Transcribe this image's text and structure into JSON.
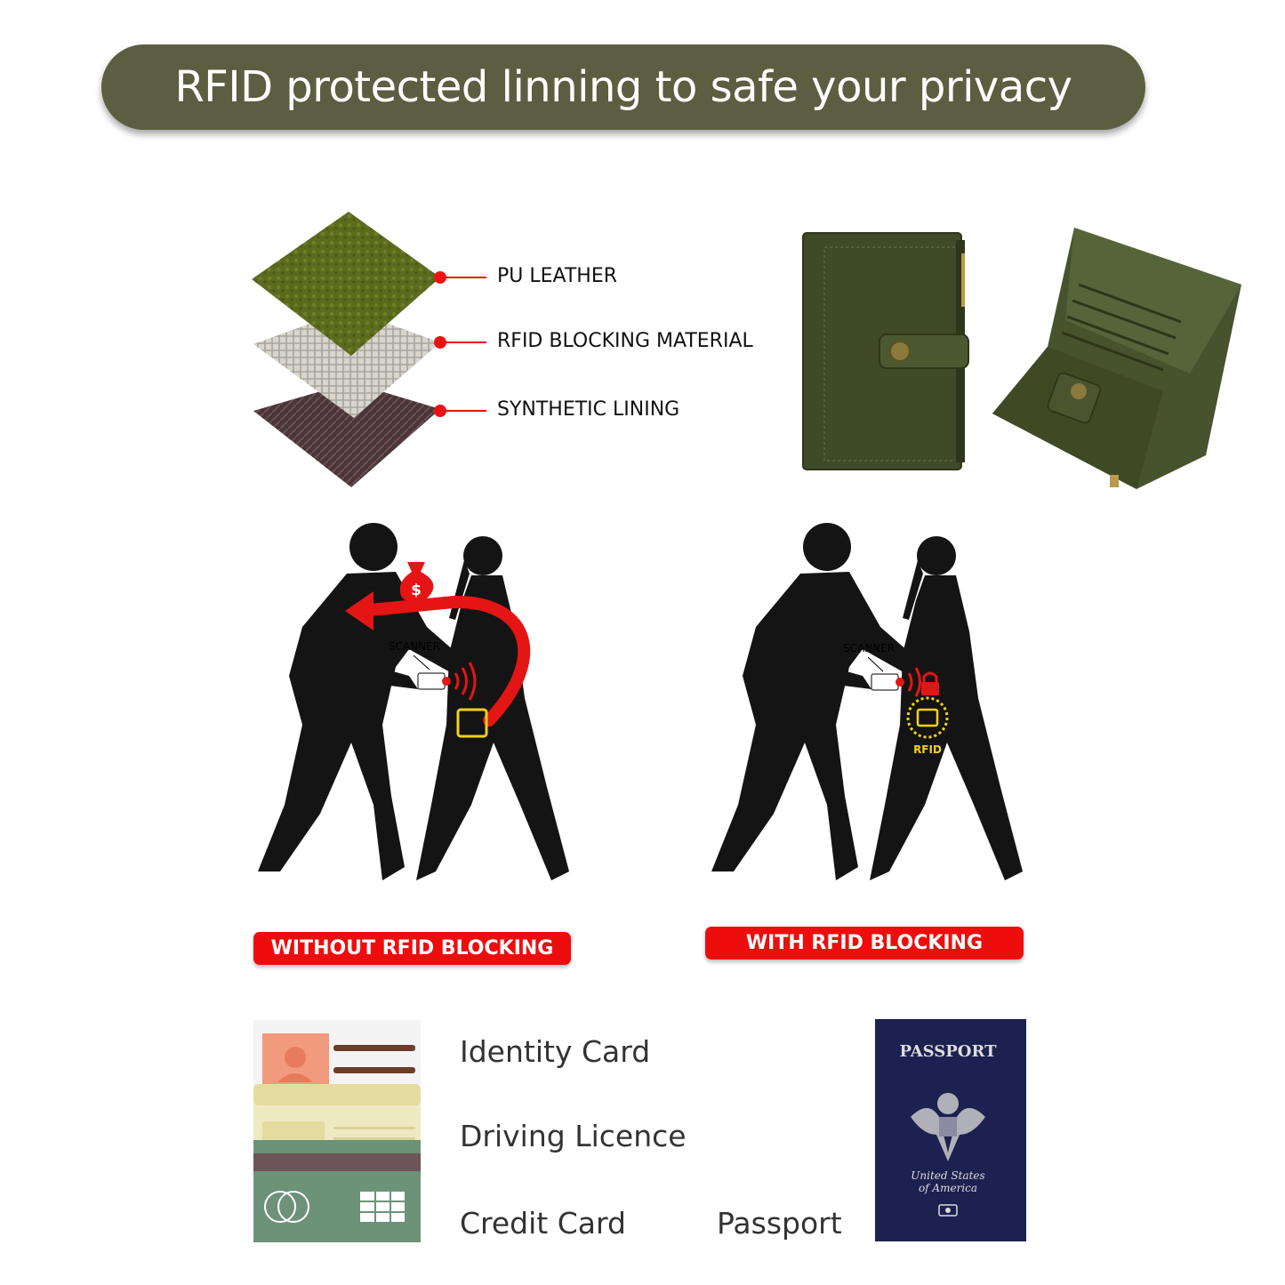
{
  "banner": {
    "title": "RFID protected linning to safe your privacy"
  },
  "layers": {
    "items": [
      {
        "label": "PU LEATHER"
      },
      {
        "label": "RFID BLOCKING MATERIAL"
      },
      {
        "label": "SYNTHETIC LINING"
      }
    ]
  },
  "scenes": {
    "without": {
      "scanner_label": "SCANNER",
      "caption": "WITHOUT RFID BLOCKING",
      "money_symbol": "$"
    },
    "with": {
      "scanner_label": "SCANNER",
      "caption": "WITH RFID BLOCKING",
      "badge": "RFID"
    }
  },
  "documents": {
    "identity": "Identity Card",
    "driving": "Driving Licence",
    "credit": "Credit Card",
    "passport": "Passport"
  },
  "passport_cover": {
    "title": "PASSPORT",
    "country_line1": "United States",
    "country_line2": "of America"
  },
  "colors": {
    "banner": "#5c5e41",
    "wallet_olive": "#4a5530",
    "alert_red": "#ee0d0d",
    "rfid_yellow": "#f2d21b",
    "passport_navy": "#1c2150"
  }
}
